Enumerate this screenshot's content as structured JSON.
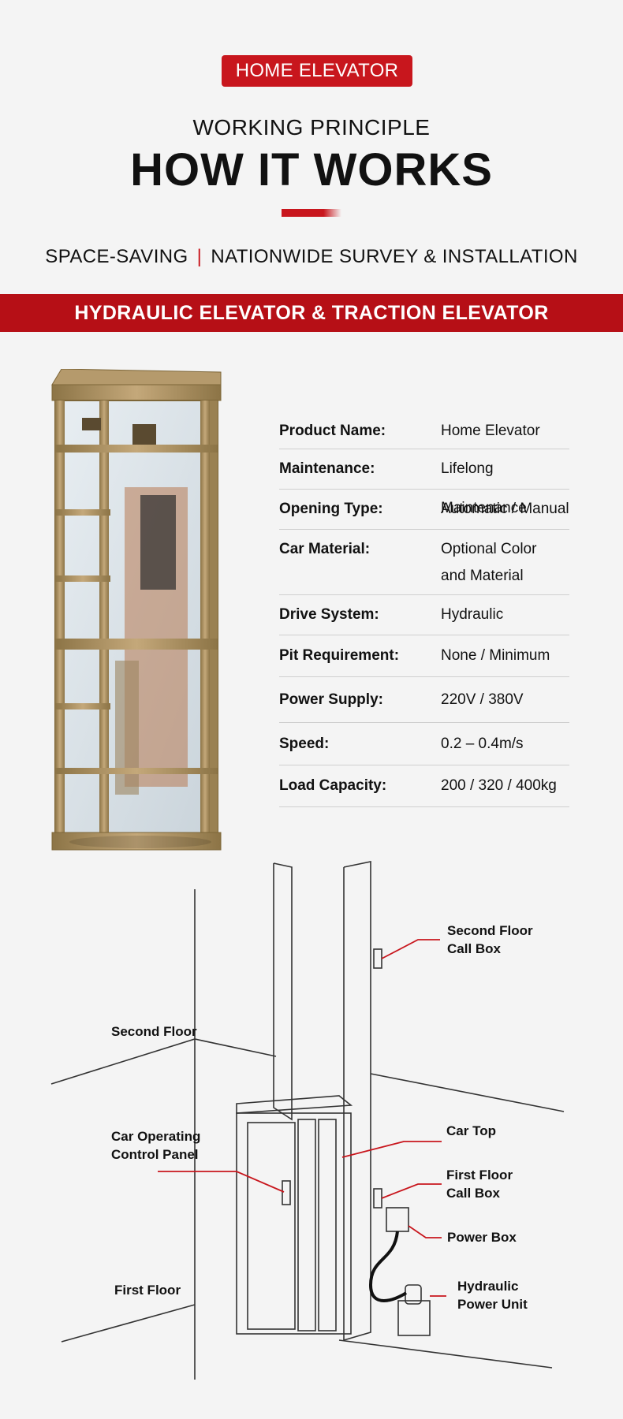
{
  "header": {
    "badge": "HOME ELEVATOR",
    "subtitle": "WORKING PRINCIPLE",
    "title": "HOW IT WORKS",
    "tagline_left": "SPACE-SAVING",
    "tagline_sep": "|",
    "tagline_right": "NATIONWIDE SURVEY & INSTALLATION"
  },
  "banner": {
    "text": "HYDRAULIC ELEVATOR & TRACTION ELEVATOR"
  },
  "specs": [
    {
      "label": "Product Name:",
      "value": "Home Elevator"
    },
    {
      "label": "Maintenance:",
      "value": "Lifelong Maintenance"
    },
    {
      "label": "Opening Type:",
      "value": "Automatic / Manual"
    },
    {
      "label": "Car Material:",
      "value": "Optional Color\nand Material"
    },
    {
      "label": "Drive System:",
      "value": "Hydraulic"
    },
    {
      "label": "Pit Requirement:",
      "value": "None / Minimum"
    },
    {
      "label": "Power Supply:",
      "value": "220V / 380V"
    },
    {
      "label": "Speed:",
      "value": "0.2 – 0.4m/s"
    },
    {
      "label": "Load Capacity:",
      "value": "200 / 320 / 400kg"
    }
  ],
  "diagram": {
    "labels": {
      "second_floor_call_box": "Second Floor\nCall Box",
      "second_floor": "Second Floor",
      "car_operating_panel": "Car Operating\nControl Panel",
      "car_top": "Car Top",
      "first_floor_call_box": "First Floor\nCall Box",
      "power_box": "Power Box",
      "first_floor": "First Floor",
      "hydraulic_power_unit": "Hydraulic\nPower Unit"
    },
    "colors": {
      "leader": "#c8161d",
      "line": "#333333",
      "frame": "#a89068"
    }
  }
}
